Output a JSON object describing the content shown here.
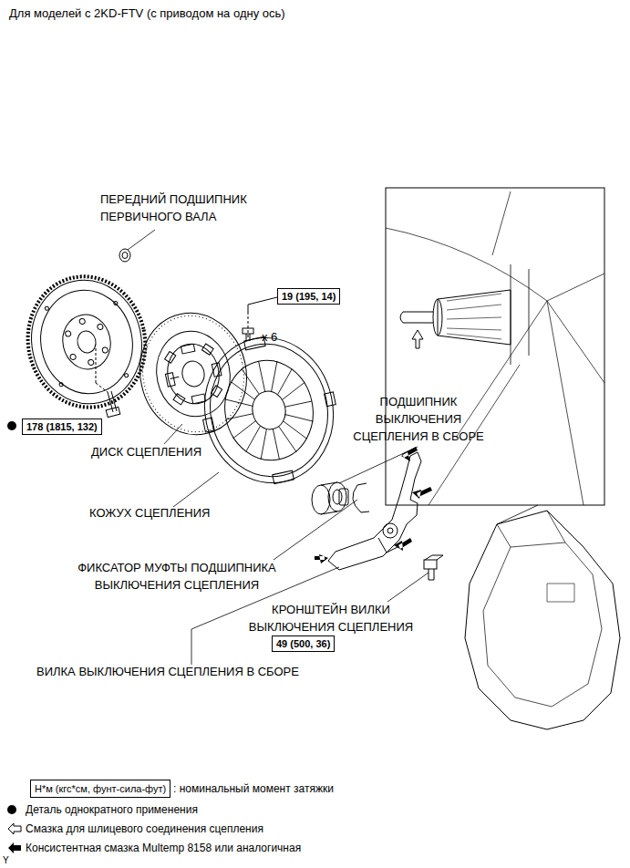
{
  "diagram": {
    "title": "Для моделей с 2KD-FTV (с приводом на одну ось)",
    "nodes": [
      {
        "text": [
          "19 (195, 14)"
        ]
      },
      {
        "text": [
          "178 (1815, 132)"
        ]
      },
      {
        "text": [
          "49 (500, 36)"
        ]
      },
      {
        "text": [
          "Н*м (кгс*см, фунт-сила-фут)"
        ]
      }
    ],
    "labels": [
      "ПЕРЕДНИЙ ПОДШИПНИК ПЕРВИЧНОГО ВАЛА",
      "x 6",
      "ДИСК СЦЕПЛЕНИЯ",
      "КОЖУХ СЦЕПЛЕНИЯ",
      "ПОДШИПНИК ВЫКЛЮЧЕНИЯ СЦЕПЛЕНИЯ В СБОРЕ",
      "ФИКСАТОР МУФТЫ ПОДШИПНИКА ВЫКЛЮЧЕНИЯ СЦЕПЛЕНИЯ",
      "КРОНШТЕЙН ВИЛКИ ВЫКЛЮЧЕНИЯ СЦЕПЛЕНИЯ",
      "ВИЛКА ВЫКЛЮЧЕНИЯ СЦЕПЛЕНИЯ В СБОРЕ",
      "Y"
    ],
    "legend": [
      {
        "text": ": номинальный момент затяжки"
      },
      {
        "text": "Деталь однократного применения"
      },
      {
        "text": "Смазка для шлицевого соединения сцепления"
      },
      {
        "text": "Консистентная смазка Multemp 8158 или аналогичная"
      }
    ]
  }
}
